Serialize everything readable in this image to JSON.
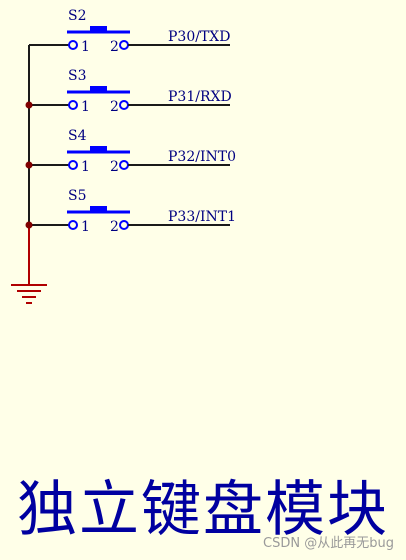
{
  "colors": {
    "background": "#FFFFE8",
    "wire": "#1a1a1a",
    "switch": "#0000FF",
    "label": "#000080",
    "junction": "#800000",
    "ground": "#B00000",
    "title": "#0000A0"
  },
  "buttons": [
    {
      "ref": "S2",
      "pin1": "1",
      "pin2": "2",
      "net": "P30/TXD"
    },
    {
      "ref": "S3",
      "pin1": "1",
      "pin2": "2",
      "net": "P31/RXD"
    },
    {
      "ref": "S4",
      "pin1": "1",
      "pin2": "2",
      "net": "P32/INT0"
    },
    {
      "ref": "S5",
      "pin1": "1",
      "pin2": "2",
      "net": "P33/INT1"
    }
  ],
  "title": "独立键盘模块",
  "watermark": "CSDN @从此再无bug"
}
